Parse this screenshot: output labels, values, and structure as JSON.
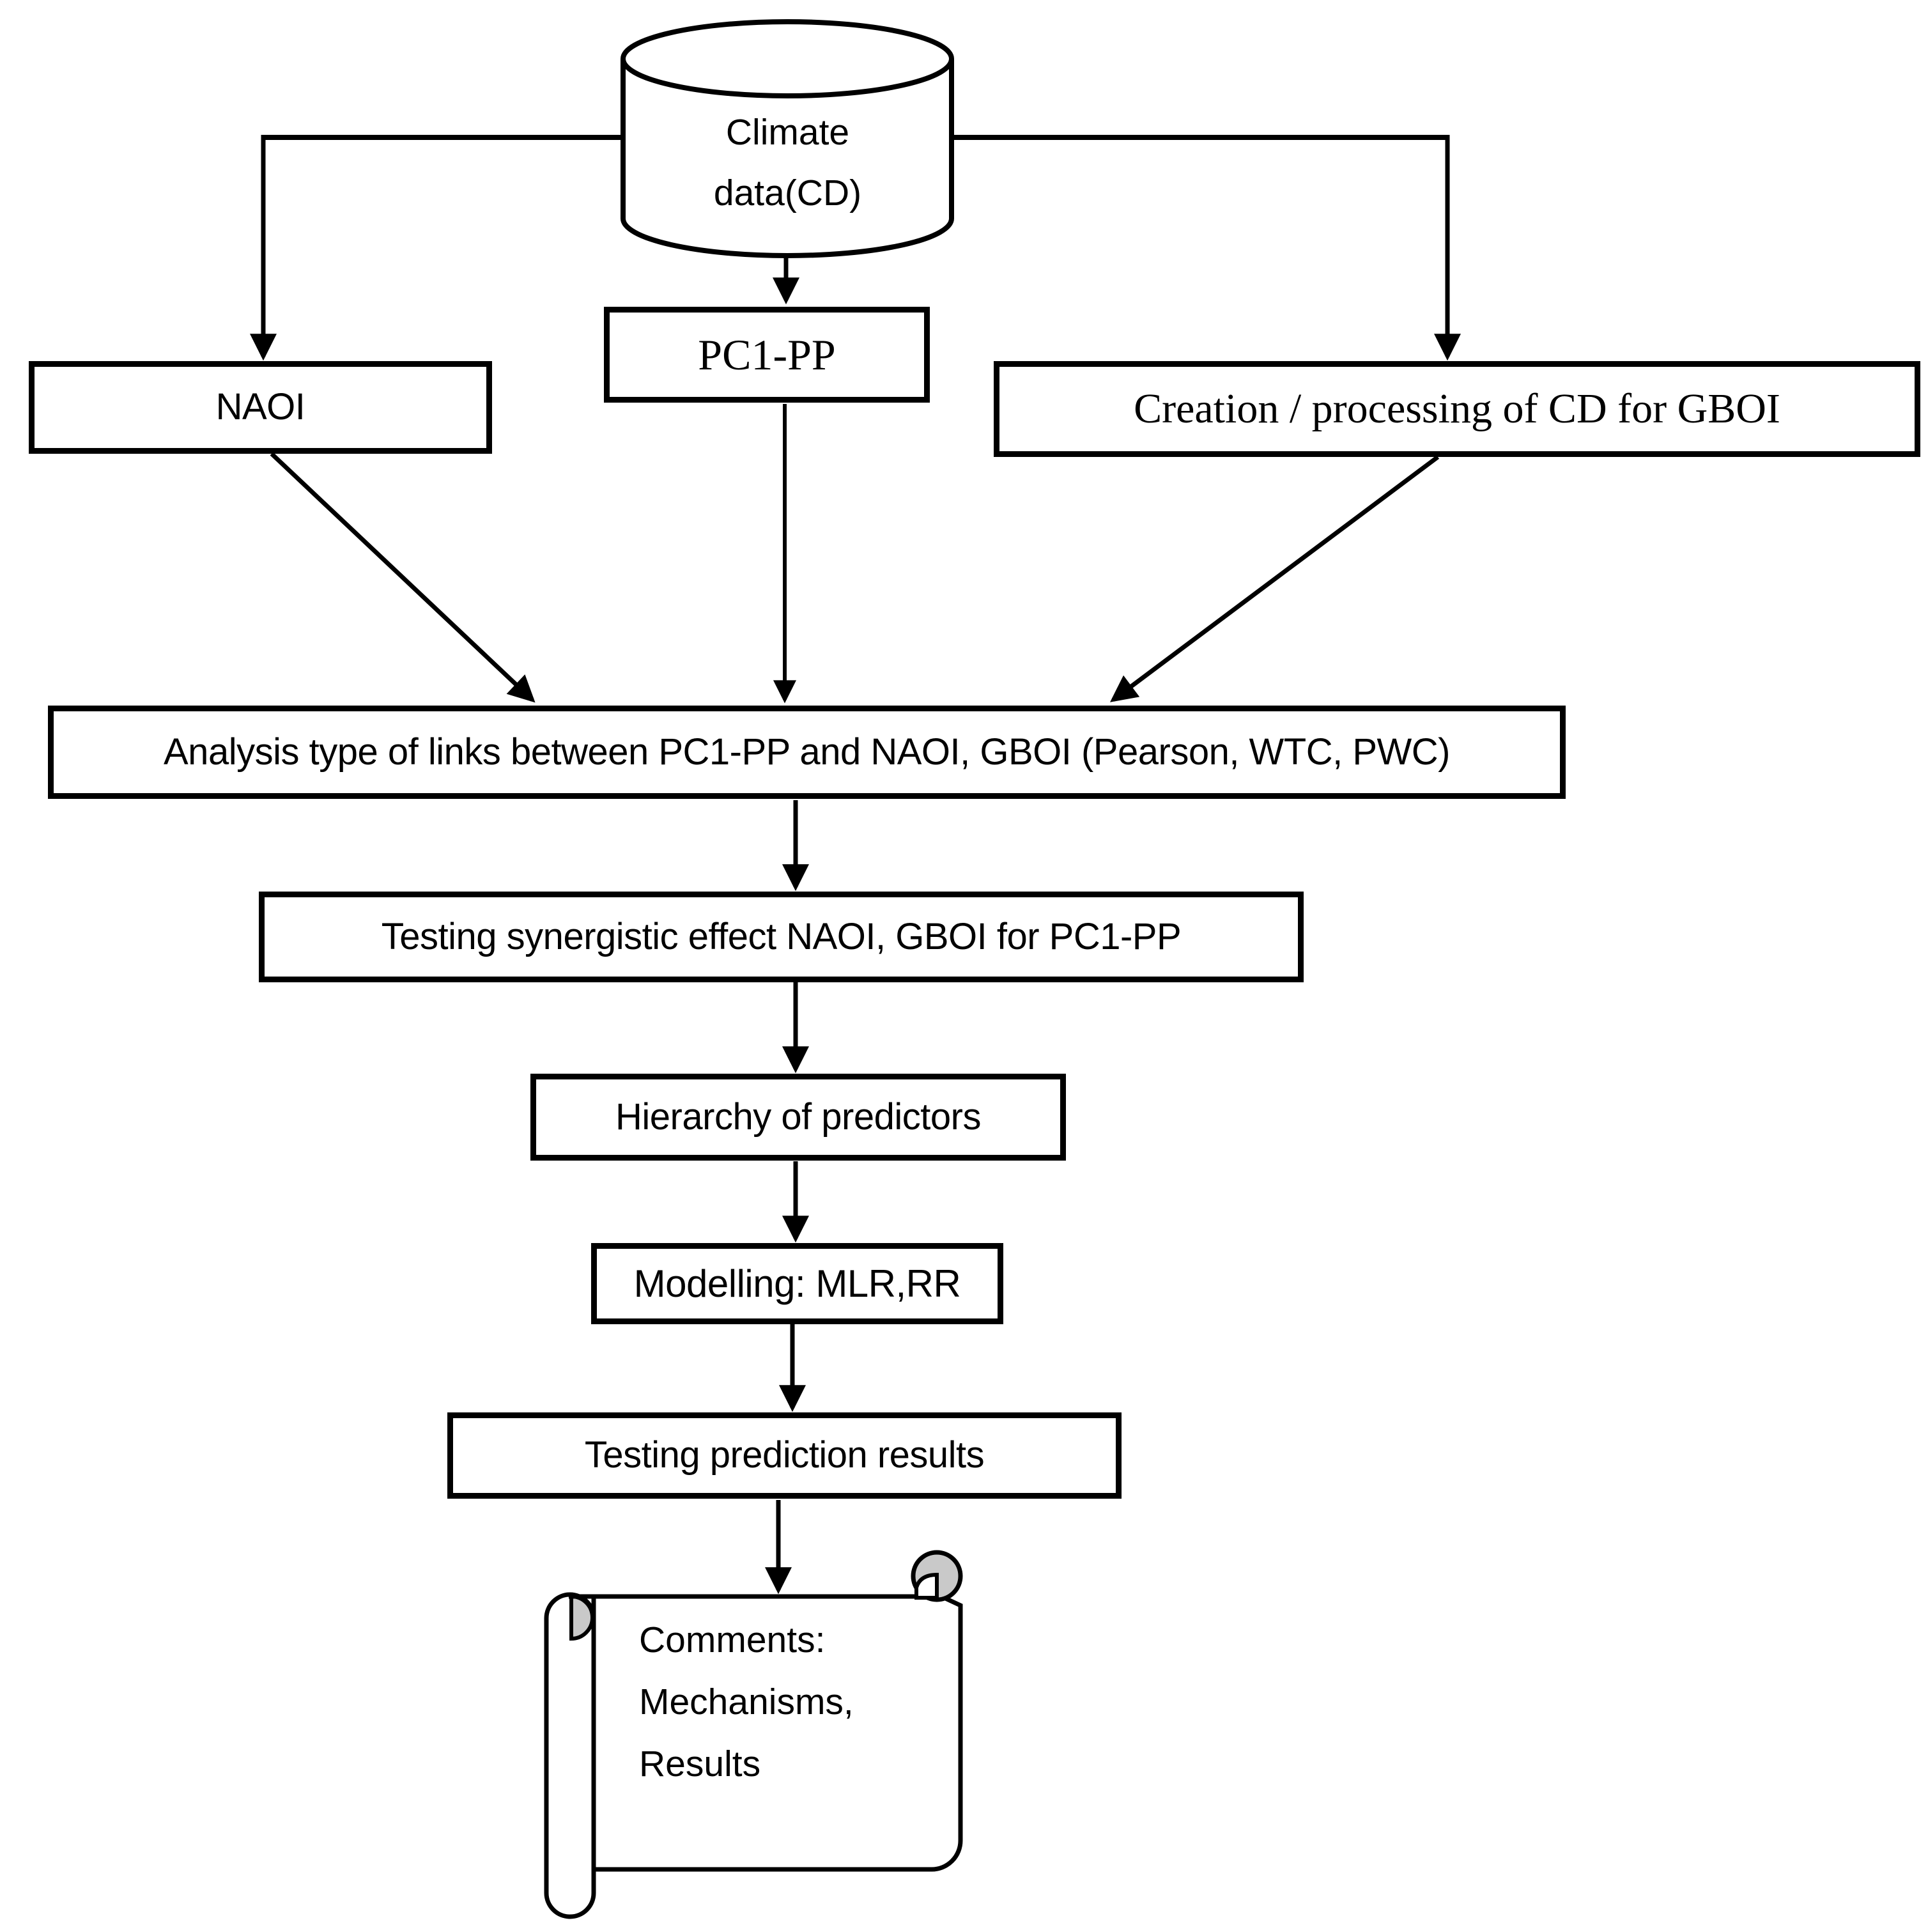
{
  "cylinder": {
    "line1": "Climate",
    "line2": "data(CD)"
  },
  "boxes": {
    "naoi": {
      "label": "NAOI"
    },
    "pc1_pp": {
      "label": "PC1-PP"
    },
    "gboi": {
      "label": "Creation / processing of CD for GBOI"
    },
    "analysis": {
      "label": "Analysis type of links between PC1-PP and NAOI, GBOI (Pearson, WTC, PWC)"
    },
    "synergy": {
      "label": "Testing synergistic effect NAOI, GBOI for PC1-PP"
    },
    "hierarchy": {
      "label": "Hierarchy of predictors"
    },
    "modelling": {
      "label": "Modelling: MLR,RR"
    },
    "testing": {
      "label": "Testing prediction results"
    }
  },
  "scroll": {
    "line1": "Comments:",
    "line2": "Mechanisms,",
    "line3": "Results"
  },
  "colors": {
    "line": "#000000",
    "background": "#ffffff",
    "curl_fill": "#c9c9c9"
  }
}
